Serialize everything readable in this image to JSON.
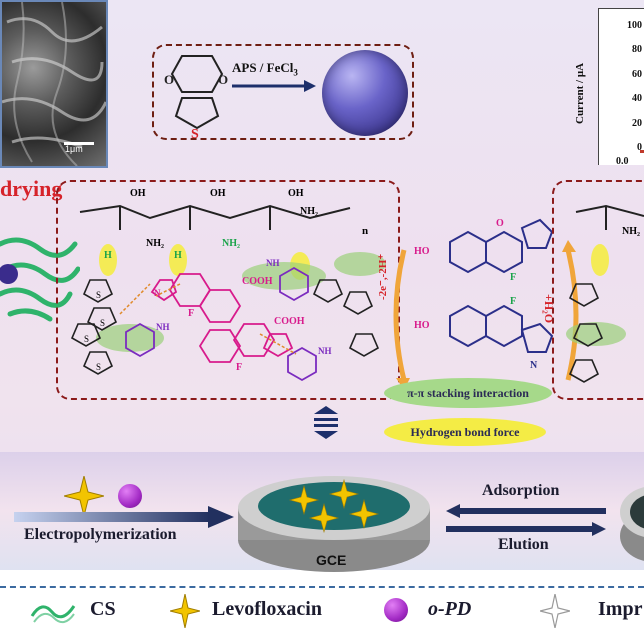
{
  "sem_image": {
    "scale_bar": "1μm"
  },
  "process_label": "drying",
  "synthesis": {
    "reagents": "APS / FeCl",
    "reagents_sub": "3",
    "monomer_atom": "S"
  },
  "current_chart": {
    "ylabel": "Current / μA",
    "y_ticks": [
      "100",
      "80",
      "60",
      "40",
      "20",
      "0"
    ],
    "x_tick": "0.0"
  },
  "reaction": {
    "forward": "-2e⁻,-2H⁺",
    "reverse": "+H₂O"
  },
  "interactions": {
    "pi_stacking": "π-π stacking interaction",
    "hbond": "Hydrogen bond force"
  },
  "electrodes": {
    "gce": "GCE"
  },
  "steps": {
    "electropolymerization": "Electropolymerization",
    "adsorption": "Adsorption",
    "elution": "Elution"
  },
  "polymer_labels": {
    "nh2": "NH₂",
    "n": "n",
    "oh": "OH",
    "o": "O",
    "s": "S",
    "f": "F",
    "n_atom": "N",
    "nh": "NH",
    "h": "H",
    "cooh": "COOH",
    "ho": "HO"
  },
  "legend": {
    "cs": "CS",
    "levofloxacin": "Levofloxacin",
    "opd": "o-PD",
    "imprint": "Impr"
  },
  "colors": {
    "dashed_border": "#8b1a1a",
    "legend_divider": "#3c6aa0",
    "gce_disk": "#1f6d6d",
    "star": "#f2c400",
    "opd": "#a32bc5",
    "pink_molecule": "#d81b8c",
    "drying_text": "#d6232a"
  }
}
